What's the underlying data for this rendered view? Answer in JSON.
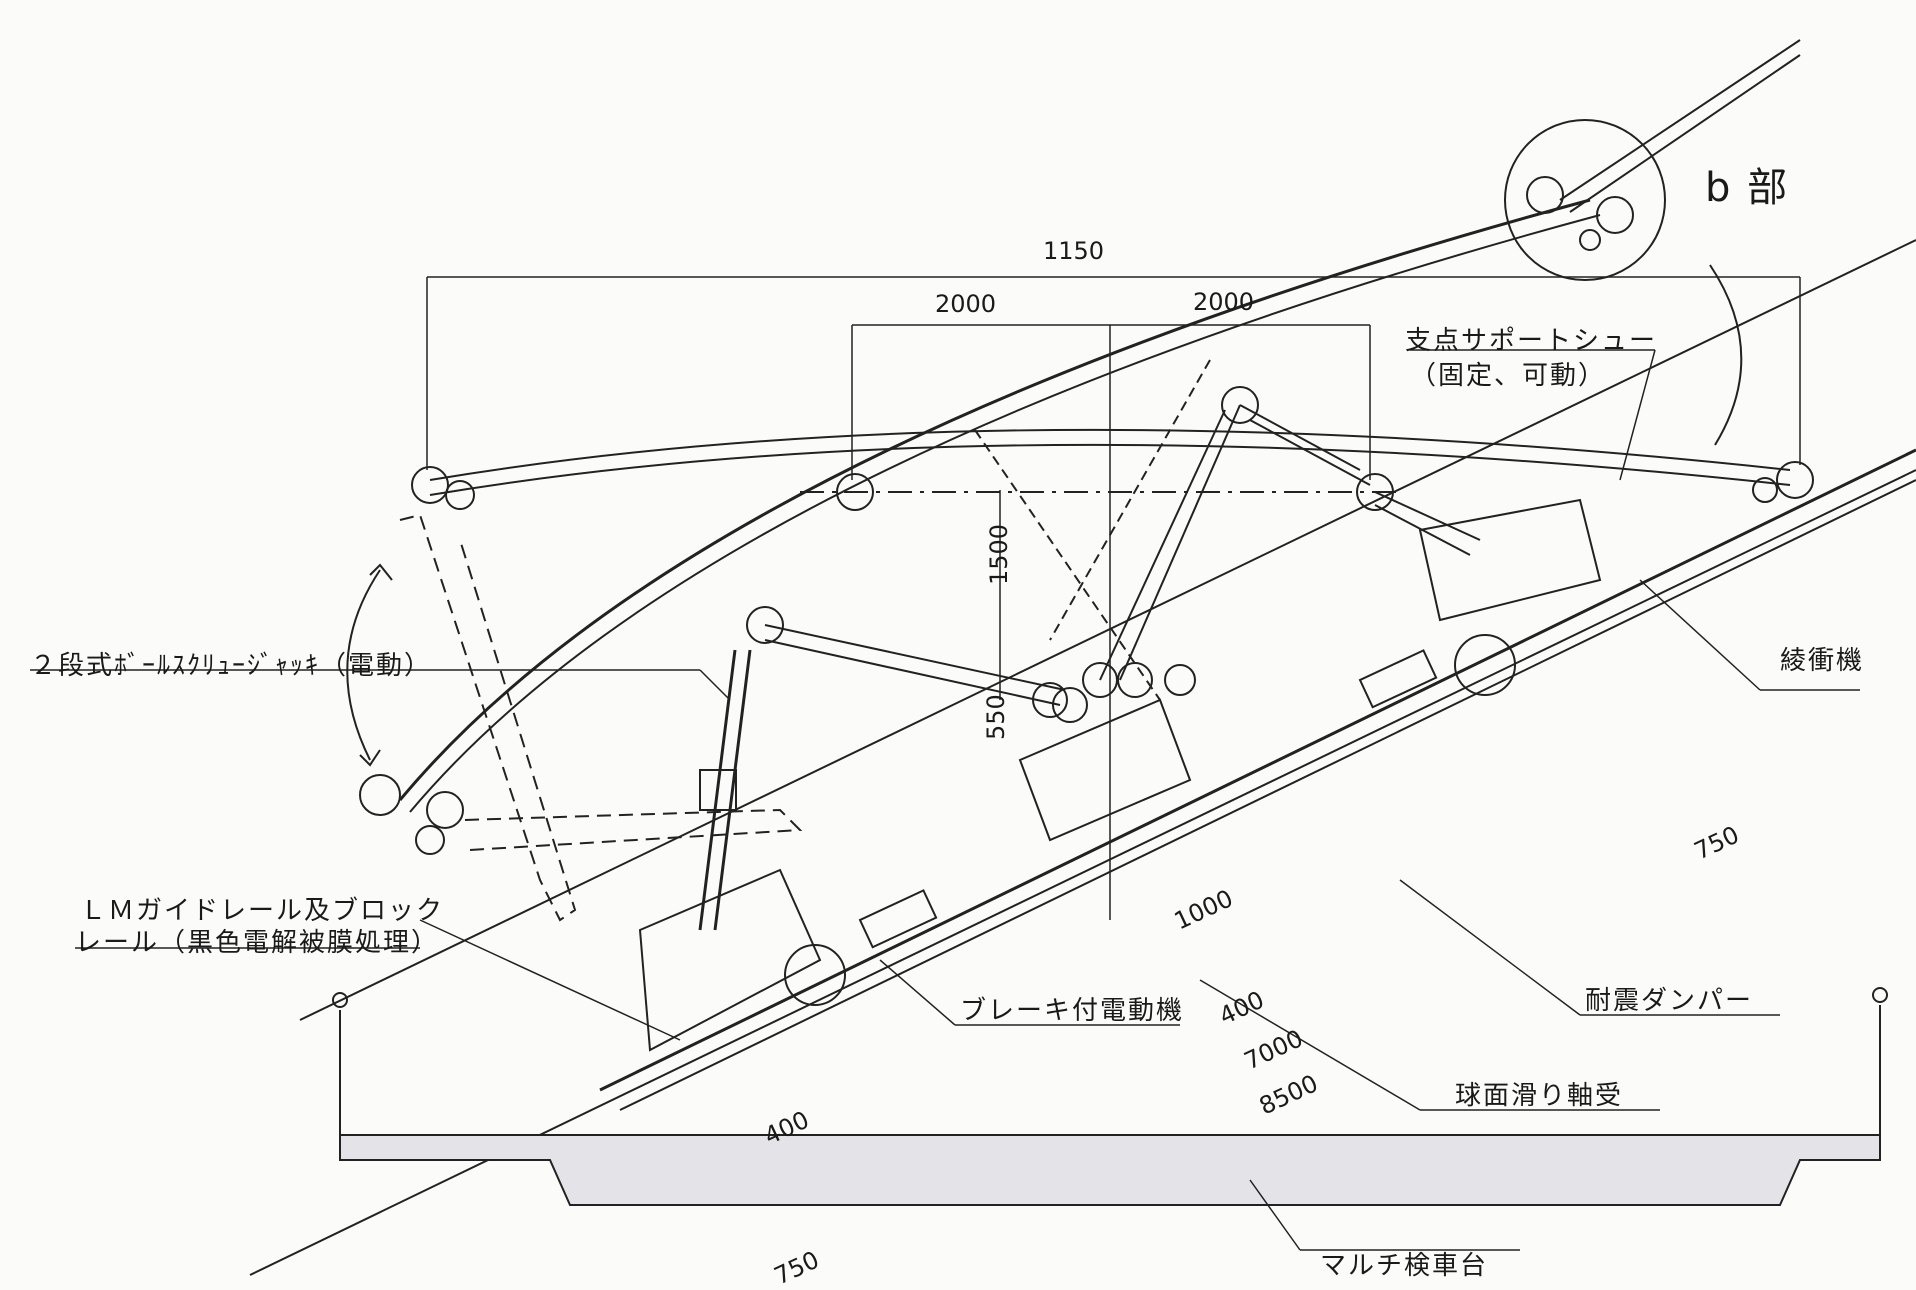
{
  "labels": {
    "b_part": "b 部",
    "fulcrum_shoe": "支点サポートシュー",
    "fulcrum_shoe_sub": "（固定、可動）",
    "ball_screw_jack": "２段式ﾎﾞｰﾙｽｸﾘｭｰｼﾞｬｯｷ（電動）",
    "lm_guide_1": "ＬＭガイドレール及ブロック",
    "lm_guide_2": "レール（黒色電解被膜処理）",
    "brake_motor": "ブレーキ付電動機",
    "seismic_damper": "耐震ダンパー",
    "spherical_bearing": "球面滑り軸受",
    "multi_inspection_stand": "マルチ検車台",
    "rinkoki": "綾衝機"
  },
  "dimensions": {
    "d1150": "1150",
    "d2000_left": "2000",
    "d2000_right": "2000",
    "d1500": "1500",
    "d550": "550",
    "d1000": "1000",
    "d750_right": "750",
    "d400_top": "400",
    "d7000": "7000",
    "d8500": "8500",
    "d400_bottom": "400",
    "d750_bottom": "750"
  }
}
